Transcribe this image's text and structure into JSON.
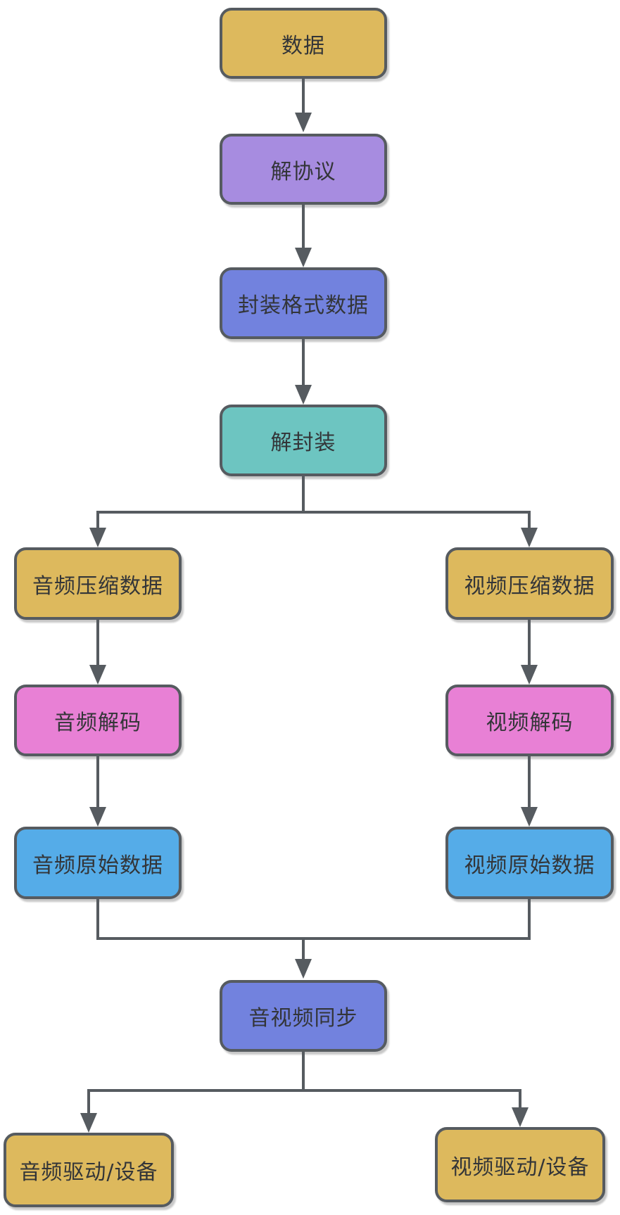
{
  "diagram": {
    "type": "flowchart",
    "background": "#ffffff",
    "stroke_color": "#565b60",
    "text_color": "#333538",
    "nodes": [
      {
        "id": "data",
        "label": "数据",
        "fill": "#ddb95d"
      },
      {
        "id": "unprotocol",
        "label": "解协议",
        "fill": "#a78ce0"
      },
      {
        "id": "muxed-data",
        "label": "封装格式数据",
        "fill": "#7282de"
      },
      {
        "id": "demux",
        "label": "解封装",
        "fill": "#6dc5c1"
      },
      {
        "id": "audio-compressed",
        "label": "音频压缩数据",
        "fill": "#ddb95d"
      },
      {
        "id": "video-compressed",
        "label": "视频压缩数据",
        "fill": "#ddb95d"
      },
      {
        "id": "audio-decode",
        "label": "音频解码",
        "fill": "#e880d5"
      },
      {
        "id": "video-decode",
        "label": "视频解码",
        "fill": "#e880d5"
      },
      {
        "id": "audio-raw",
        "label": "音频原始数据",
        "fill": "#55ace8"
      },
      {
        "id": "video-raw",
        "label": "视频原始数据",
        "fill": "#55ace8"
      },
      {
        "id": "av-sync",
        "label": "音视频同步",
        "fill": "#7282de"
      },
      {
        "id": "audio-driver",
        "label": "音频驱动/设备",
        "fill": "#ddb95d"
      },
      {
        "id": "video-driver",
        "label": "视频驱动/设备",
        "fill": "#ddb95d"
      }
    ],
    "edges": [
      {
        "from": "data",
        "to": "unprotocol"
      },
      {
        "from": "unprotocol",
        "to": "muxed-data"
      },
      {
        "from": "muxed-data",
        "to": "demux"
      },
      {
        "from": "demux",
        "to": "audio-compressed"
      },
      {
        "from": "demux",
        "to": "video-compressed"
      },
      {
        "from": "audio-compressed",
        "to": "audio-decode"
      },
      {
        "from": "video-compressed",
        "to": "video-decode"
      },
      {
        "from": "audio-decode",
        "to": "audio-raw"
      },
      {
        "from": "video-decode",
        "to": "video-raw"
      },
      {
        "from": "audio-raw",
        "to": "av-sync"
      },
      {
        "from": "video-raw",
        "to": "av-sync"
      },
      {
        "from": "av-sync",
        "to": "audio-driver"
      },
      {
        "from": "av-sync",
        "to": "video-driver"
      }
    ]
  }
}
